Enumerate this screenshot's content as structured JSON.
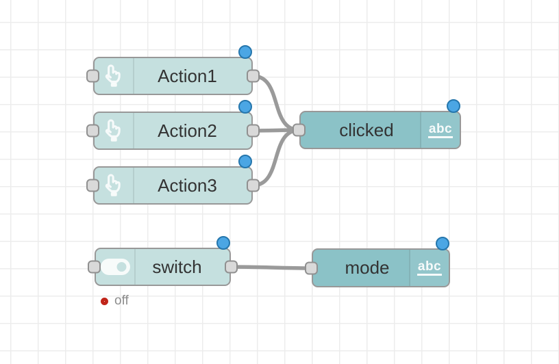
{
  "editor": {
    "name": "flow canvas"
  },
  "colors": {
    "canvas_bg": "#ffffff",
    "grid_line": "#ececec",
    "button_node_fill": "#c5e0df",
    "text_node_fill": "#8bc2c7",
    "node_border": "#989898",
    "node_label": "#333333",
    "port_fill": "#d9d9d9",
    "port_border": "#909090",
    "wire": "#9a9a9a",
    "changed_dot_fill": "#4ba6e4",
    "changed_dot_border": "#2576ac",
    "status_ring_red": "#c02419",
    "status_text": "#8c8c8c",
    "icon_white": "#ffffff"
  },
  "nodes": {
    "action1": {
      "label": "Action1",
      "icon": "hand-pointer-icon",
      "changed": true
    },
    "action2": {
      "label": "Action2",
      "icon": "hand-pointer-icon",
      "changed": true
    },
    "action3": {
      "label": "Action3",
      "icon": "hand-pointer-icon",
      "changed": true
    },
    "clicked": {
      "label": "clicked",
      "icon": "abc-text-icon",
      "icon_label": "abc",
      "changed": true
    },
    "switch": {
      "label": "switch",
      "icon": "toggle-switch-icon",
      "changed": true
    },
    "mode": {
      "label": "mode",
      "icon": "abc-text-icon",
      "icon_label": "abc",
      "changed": true
    }
  },
  "status": {
    "switch": {
      "label": "off",
      "icon": "red-ring-square-icon"
    }
  },
  "wires": [
    {
      "from": "action1",
      "to": "clicked"
    },
    {
      "from": "action2",
      "to": "clicked"
    },
    {
      "from": "action3",
      "to": "clicked"
    },
    {
      "from": "switch",
      "to": "mode"
    }
  ]
}
